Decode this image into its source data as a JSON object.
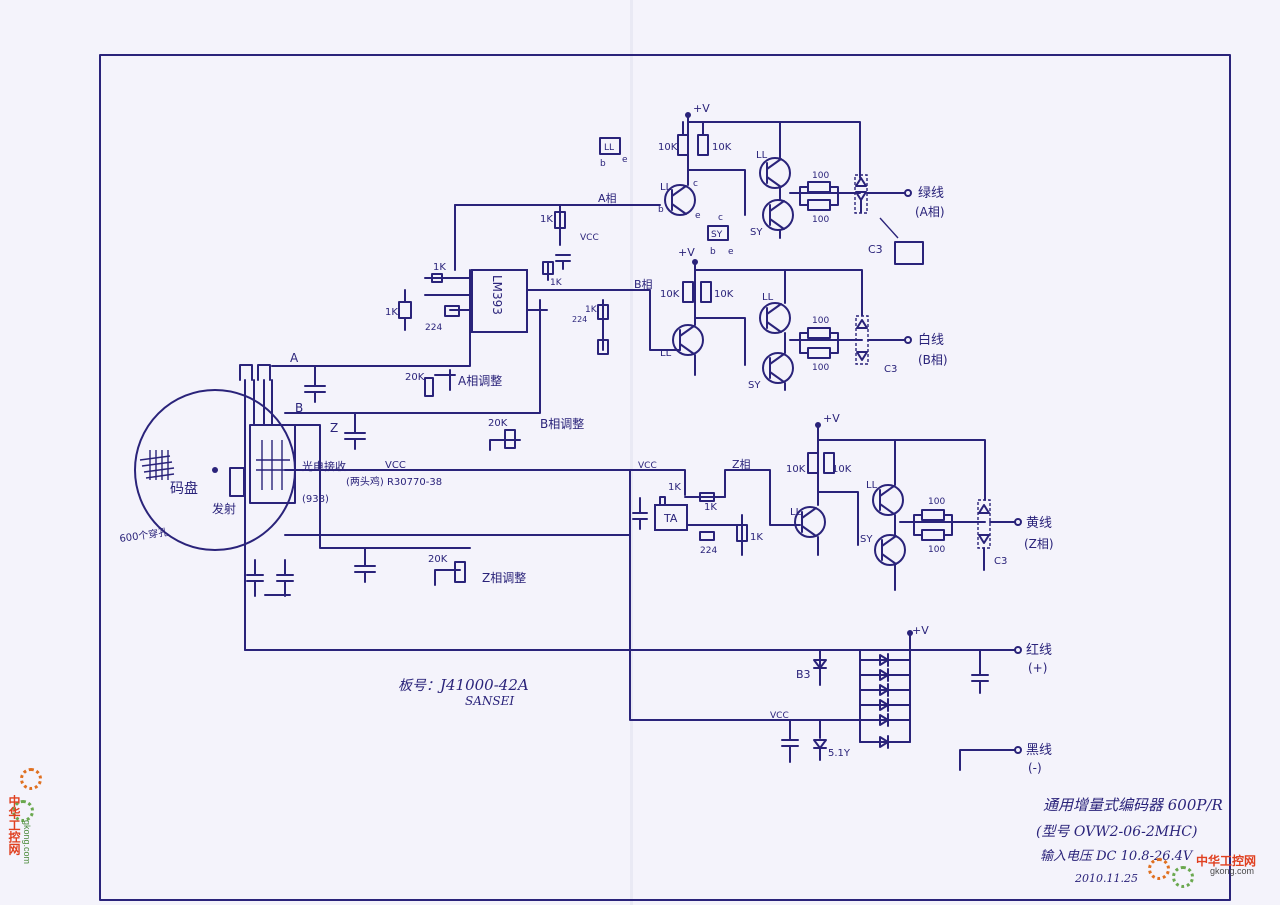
{
  "diagram": {
    "disk": {
      "label": "码盘",
      "holes": "600个穿孔",
      "emitter": "发射"
    },
    "receiver": {
      "label": "光电接收",
      "note": "(938)"
    },
    "vcc_left": "VCC",
    "sensor_note": "(两头鸡) R30770-38",
    "signals": {
      "a": "A",
      "b": "B",
      "z": "Z"
    },
    "ic_main": "LM393",
    "ic_z": "TA",
    "resistors": {
      "r1k": "1K",
      "r10k": "10K",
      "r100": "100",
      "r20k": "20K",
      "c224": "224"
    },
    "adjust": {
      "a": "A相调整",
      "b": "B相调整",
      "z": "Z相调整"
    },
    "phase_labels": {
      "a": "A相",
      "b": "B相",
      "z": "Z相"
    },
    "transistor_ll": "LL",
    "transistor_sy": "SY",
    "pins": {
      "b": "b",
      "c": "c",
      "e": "e"
    },
    "vcc": "VCC",
    "vplus": "+V",
    "outputs": [
      {
        "wire": "绿线",
        "phase": "(A相)"
      },
      {
        "wire": "白线",
        "phase": "(B相)"
      },
      {
        "wire": "黄线",
        "phase": "(Z相)"
      },
      {
        "wire": "红线",
        "phase": "(+)"
      },
      {
        "wire": "黑线",
        "phase": "(-)"
      }
    ],
    "c3": "C3",
    "b3": "B3",
    "zener": "5.1Y",
    "board": {
      "label": "板号：",
      "number": "J41000-42A",
      "maker": "SANSEI"
    },
    "title": {
      "line1": "通用增量式编码器 600P/R",
      "line2": "(型号 OVW2-06-2MHC)",
      "line3": "输入电压 DC 10.8-26.4V",
      "date": "2010.11.25"
    },
    "watermark": {
      "cn": "中华工控网",
      "url": "gkong.com"
    }
  }
}
